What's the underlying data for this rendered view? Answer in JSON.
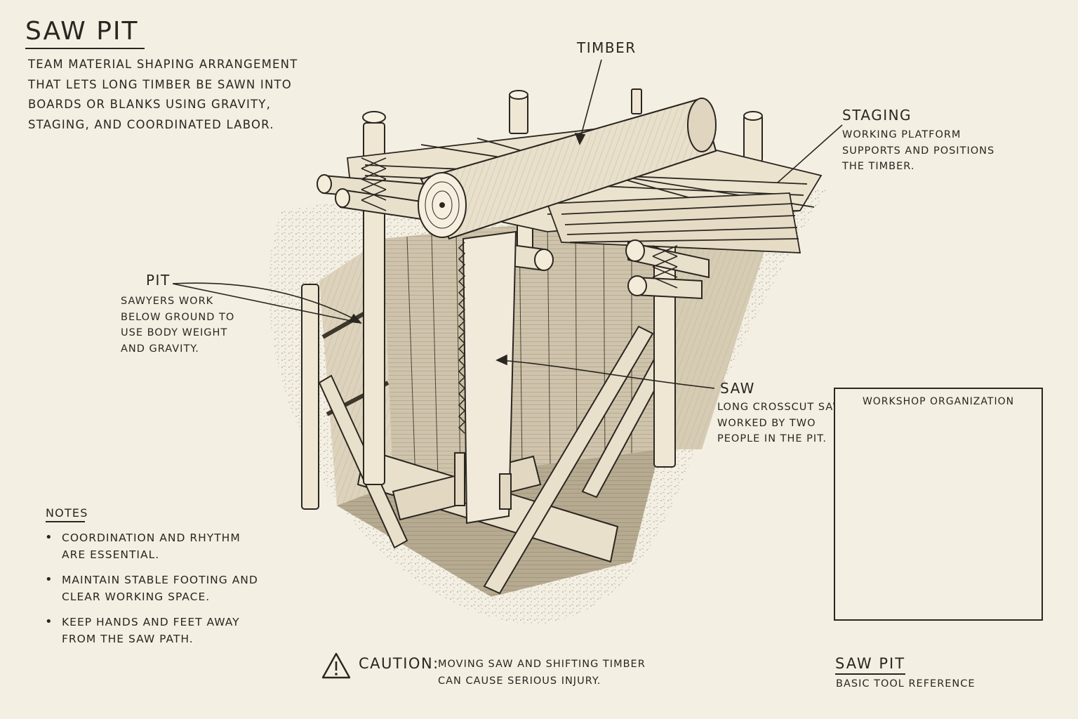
{
  "title": "SAW PIT",
  "intro": "TEAM MATERIAL SHAPING ARRANGEMENT THAT LETS LONG TIMBER BE SAWN INTO BOARDS OR BLANKS USING GRAVITY, STAGING, AND COORDINATED LABOR.",
  "labels": {
    "timber": {
      "title": "TIMBER"
    },
    "staging": {
      "title": "STAGING",
      "desc": "WORKING PLATFORM SUPPORTS AND POSITIONS THE TIMBER."
    },
    "pit": {
      "title": "PIT",
      "desc": "SAWYERS WORK BELOW GROUND TO USE BODY WEIGHT AND GRAVITY."
    },
    "saw": {
      "title": "SAW",
      "desc": "LONG CROSSCUT SAW WORKED BY TWO PEOPLE IN THE PIT."
    }
  },
  "notes": {
    "title": "NOTES",
    "items": [
      "COORDINATION AND RHYTHM ARE ESSENTIAL.",
      "MAINTAIN STABLE FOOTING AND CLEAR WORKING SPACE.",
      "KEEP HANDS AND FEET AWAY FROM THE SAW PATH."
    ]
  },
  "caution": {
    "label": "CAUTION:",
    "text": "MOVING SAW AND SHIFTING TIMBER CAN CAUSE SERIOUS INJURY."
  },
  "inset": {
    "title": "WORKSHOP ORGANIZATION"
  },
  "footer": {
    "title": "SAW PIT",
    "subtitle": "BASIC TOOL REFERENCE"
  },
  "colors": {
    "paper": "#f4efe3",
    "ink": "#2a2620",
    "wood": "#e9e0cc",
    "shade": "#b9ad93"
  }
}
